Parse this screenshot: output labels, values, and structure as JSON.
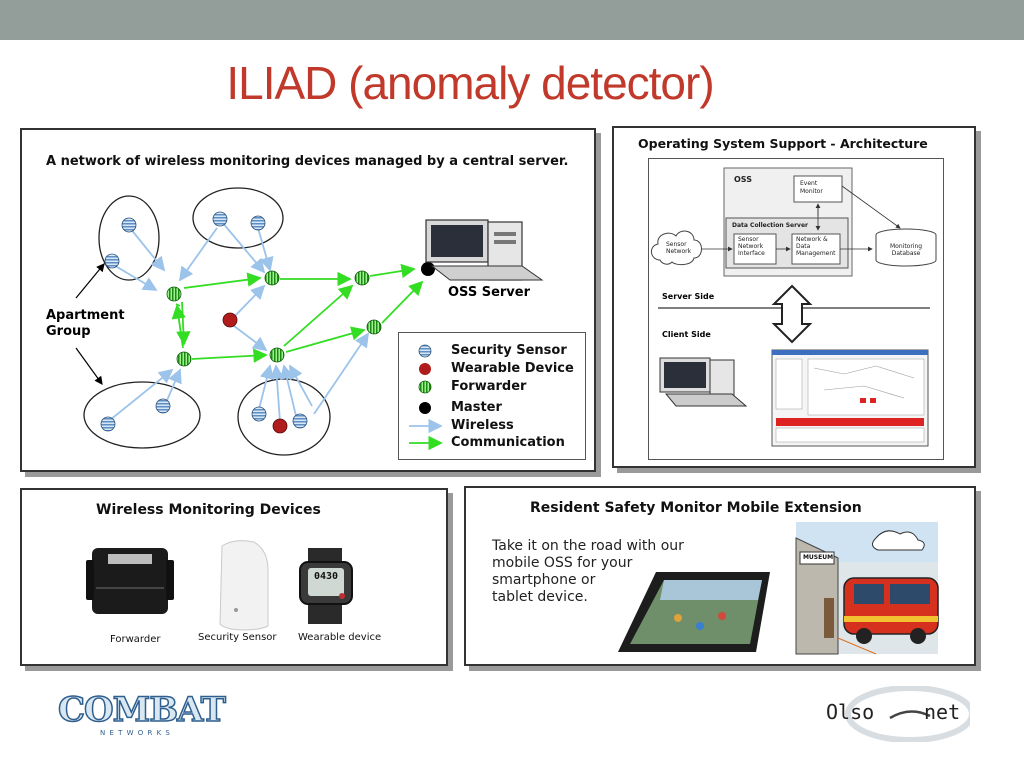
{
  "slide": {
    "title": "ILIAD (anomaly detector)"
  },
  "network_panel": {
    "heading": "A network of wireless monitoring devices managed by a central server.",
    "apartment_group_line1": "Apartment",
    "apartment_group_line2": "Group",
    "server_label": "OSS Server",
    "legend": {
      "security_sensor": "Security Sensor",
      "wearable_device": "Wearable Device",
      "forwarder": "Forwarder",
      "master": "Master",
      "wireless_line1": "Wireless",
      "wireless_line2": "Communication"
    },
    "colors": {
      "sensor": "#8fb3d9",
      "wearable": "#b01c1c",
      "forwarder": "#3cbf2e",
      "master": "#000000",
      "wireless_arrow": "#9cc3ea",
      "comm_arrow": "#33dd22"
    }
  },
  "architecture_panel": {
    "heading": "Operating System Support - Architecture",
    "oss_label": "OSS",
    "event_monitor_line1": "Event",
    "event_monitor_line2": "Monitor",
    "data_collection_server": "Data Collection Server",
    "sensor_network_interface_line1": "Sensor",
    "sensor_network_interface_line2": "Network",
    "sensor_network_interface_line3": "Interface",
    "network_data_mgmt_line1": "Network &",
    "network_data_mgmt_line2": "Data",
    "network_data_mgmt_line3": "Management",
    "sensor_network_line1": "Sensor",
    "sensor_network_line2": "Network",
    "monitoring_db_line1": "Monitoring",
    "monitoring_db_line2": "Database",
    "server_side": "Server Side",
    "client_side": "Client Side"
  },
  "devices_panel": {
    "heading": "Wireless Monitoring Devices",
    "forwarder": "Forwarder",
    "security_sensor": "Security Sensor",
    "wearable_device": "Wearable device",
    "watch_time": "0430"
  },
  "mobile_panel": {
    "heading": "Resident Safety Monitor Mobile Extension",
    "text_line1": "Take it on the road with our",
    "text_line2": "mobile OSS for your",
    "text_line3": "smartphone or",
    "text_line4": "tablet device.",
    "museum_sign": "MUSEUM"
  },
  "logos": {
    "combat_main": "COMBAT",
    "combat_sub": "N E T W O R K S",
    "olso_left": "Olso",
    "olso_right": "net"
  }
}
